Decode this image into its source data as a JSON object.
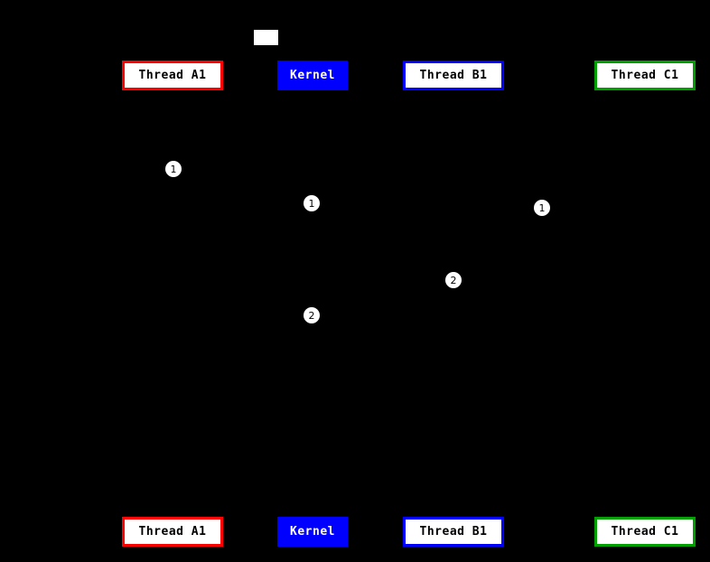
{
  "diagram": {
    "background_color": "#000000",
    "participants": [
      {
        "label": "Thread A1",
        "border": "#ff0000",
        "fill": "#ffffff",
        "text_color": "#000000"
      },
      {
        "label": "Kernel",
        "border": "#0000ff",
        "fill": "#0000ff",
        "text_color": "#ffffff"
      },
      {
        "label": "Thread B1",
        "border": "#0000ff",
        "fill": "#ffffff",
        "text_color": "#000000"
      },
      {
        "label": "Thread C1",
        "border": "#00a000",
        "fill": "#ffffff",
        "text_color": "#000000"
      }
    ],
    "markers": [
      {
        "label": "1"
      },
      {
        "label": "1"
      },
      {
        "label": "1"
      },
      {
        "label": "2"
      },
      {
        "label": "2"
      }
    ],
    "note_box": {
      "fill": "#ffffff"
    }
  }
}
